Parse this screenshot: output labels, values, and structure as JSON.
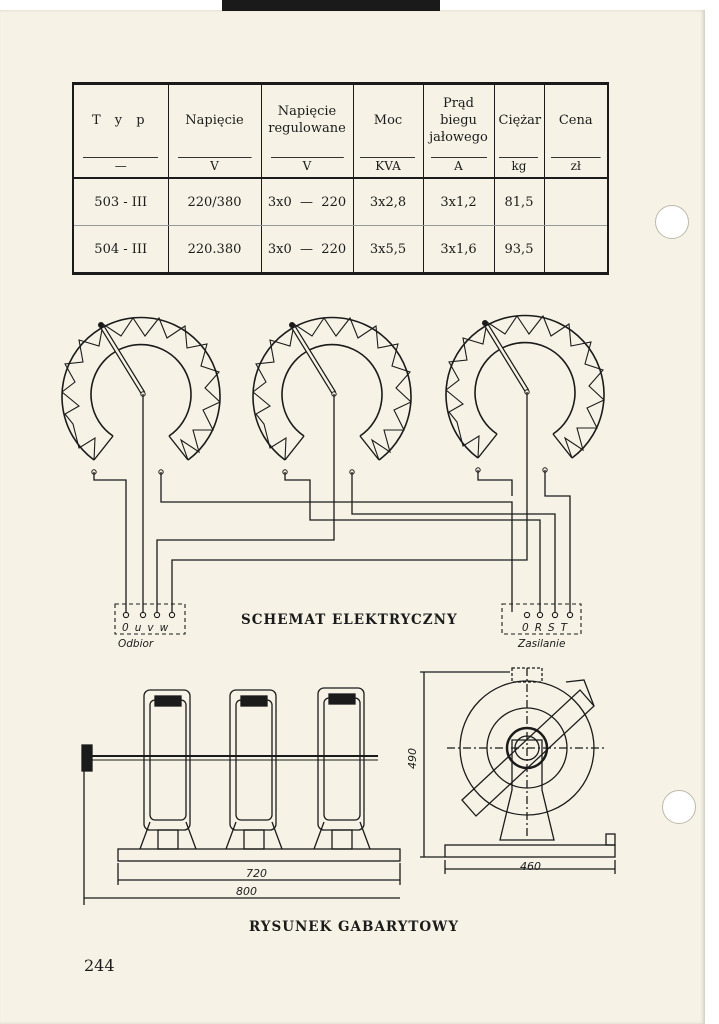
{
  "table": {
    "headers": [
      {
        "lines": [
          "T y p"
        ],
        "unit": "—"
      },
      {
        "lines": [
          "Napięcie"
        ],
        "unit": "V"
      },
      {
        "lines": [
          "Napięcie",
          "regulowane"
        ],
        "unit": "V"
      },
      {
        "lines": [
          "Moc"
        ],
        "unit": "KVA"
      },
      {
        "lines": [
          "Prąd",
          "biegu",
          "jałowego"
        ],
        "unit": "A"
      },
      {
        "lines": [
          "Ciężar"
        ],
        "unit": "kg"
      },
      {
        "lines": [
          "Cena"
        ],
        "unit": "zł"
      }
    ],
    "rows": [
      [
        "503 - III",
        "220/380",
        "3x0  —  220",
        "3x2,8",
        "3x1,2",
        "81,5",
        ""
      ],
      [
        "504 - III",
        "220.380",
        "3x0  —  220",
        "3x5,5",
        "3x1,6",
        "93,5",
        ""
      ]
    ]
  },
  "schematic": {
    "title": "SCHEMAT ELEKTRYCZNY",
    "left_terminals": [
      "0",
      "u",
      "v",
      "w"
    ],
    "left_caption": "Odbior",
    "right_terminals": [
      "0",
      "R",
      "S",
      "T"
    ],
    "right_caption": "Zasilanie"
  },
  "dimensions": {
    "title": "RYSUNEK GABARYTOWY",
    "width_inner": "720",
    "width_outer": "800",
    "height": "490",
    "depth": "460"
  },
  "page_number": "244"
}
